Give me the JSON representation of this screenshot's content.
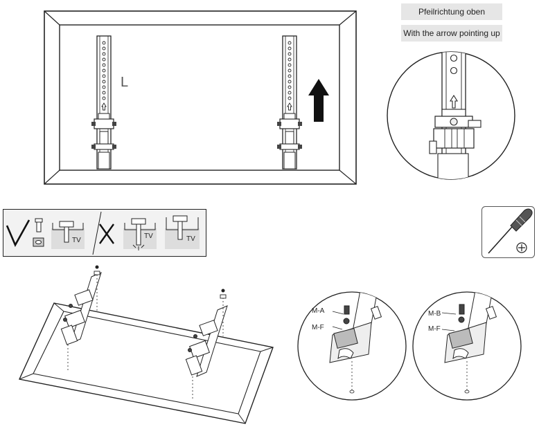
{
  "labels": {
    "arrow_de": "Pfeilrichtung oben",
    "arrow_en": "With the arrow pointing up",
    "bracket_letter": "L",
    "tv_text": "TV",
    "callout_left_top": "M-A",
    "callout_left_bottom": "M-F",
    "callout_right_top": "M-B",
    "callout_right_bottom": "M-F"
  },
  "icons": {
    "correct": "check-icon",
    "incorrect": "cross-icon",
    "tool": "screwdriver-icon",
    "tool_type": "phillips-icon",
    "direction": "up-arrow-icon"
  },
  "colors": {
    "line": "#222222",
    "panel_bg": "#e6e6e6",
    "box_bg": "#f2f2f2"
  }
}
